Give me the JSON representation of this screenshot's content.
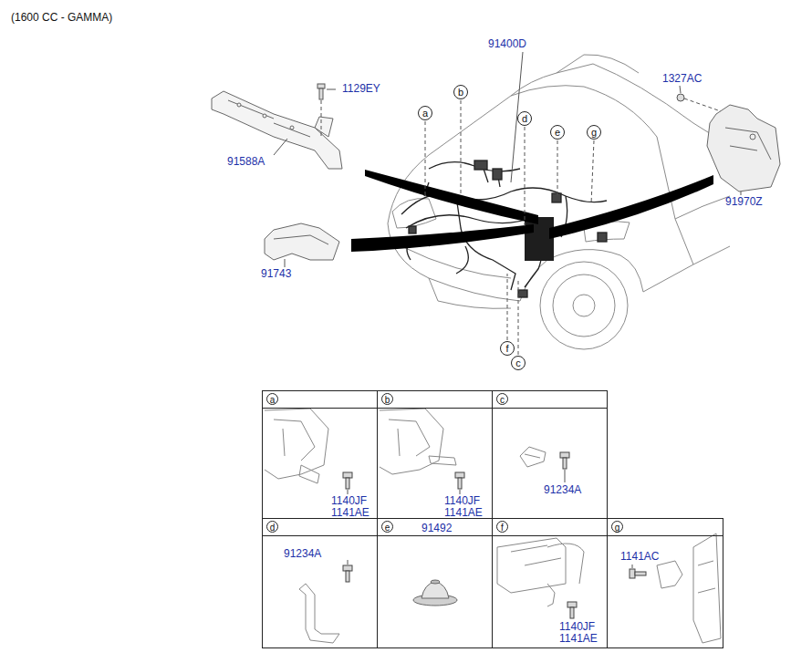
{
  "diagram": {
    "title": "(1600 CC - GAMMA)",
    "nodes": [
      {
        "text": [
          "a"
        ]
      },
      {
        "text": [
          "b"
        ]
      },
      {
        "text": [
          "d"
        ]
      },
      {
        "text": [
          "e"
        ]
      },
      {
        "text": [
          "g"
        ]
      },
      {
        "text": [
          "f"
        ]
      },
      {
        "text": [
          "c"
        ]
      },
      {
        "text": [
          "a"
        ]
      },
      {
        "text": [
          "b"
        ]
      },
      {
        "text": [
          "c"
        ]
      },
      {
        "text": [
          "d"
        ]
      },
      {
        "text": [
          "e"
        ]
      },
      {
        "text": [
          "f"
        ]
      },
      {
        "text": [
          "g"
        ]
      }
    ],
    "labels": [
      "91400D",
      "1129EY",
      "91588A",
      "1327AC",
      "91970Z",
      "91743",
      "1140JF",
      "1141AE",
      "1140JF",
      "1141AE",
      "91234A",
      "91234A",
      "91492",
      "1140JF",
      "1141AE",
      "1141AC"
    ]
  }
}
